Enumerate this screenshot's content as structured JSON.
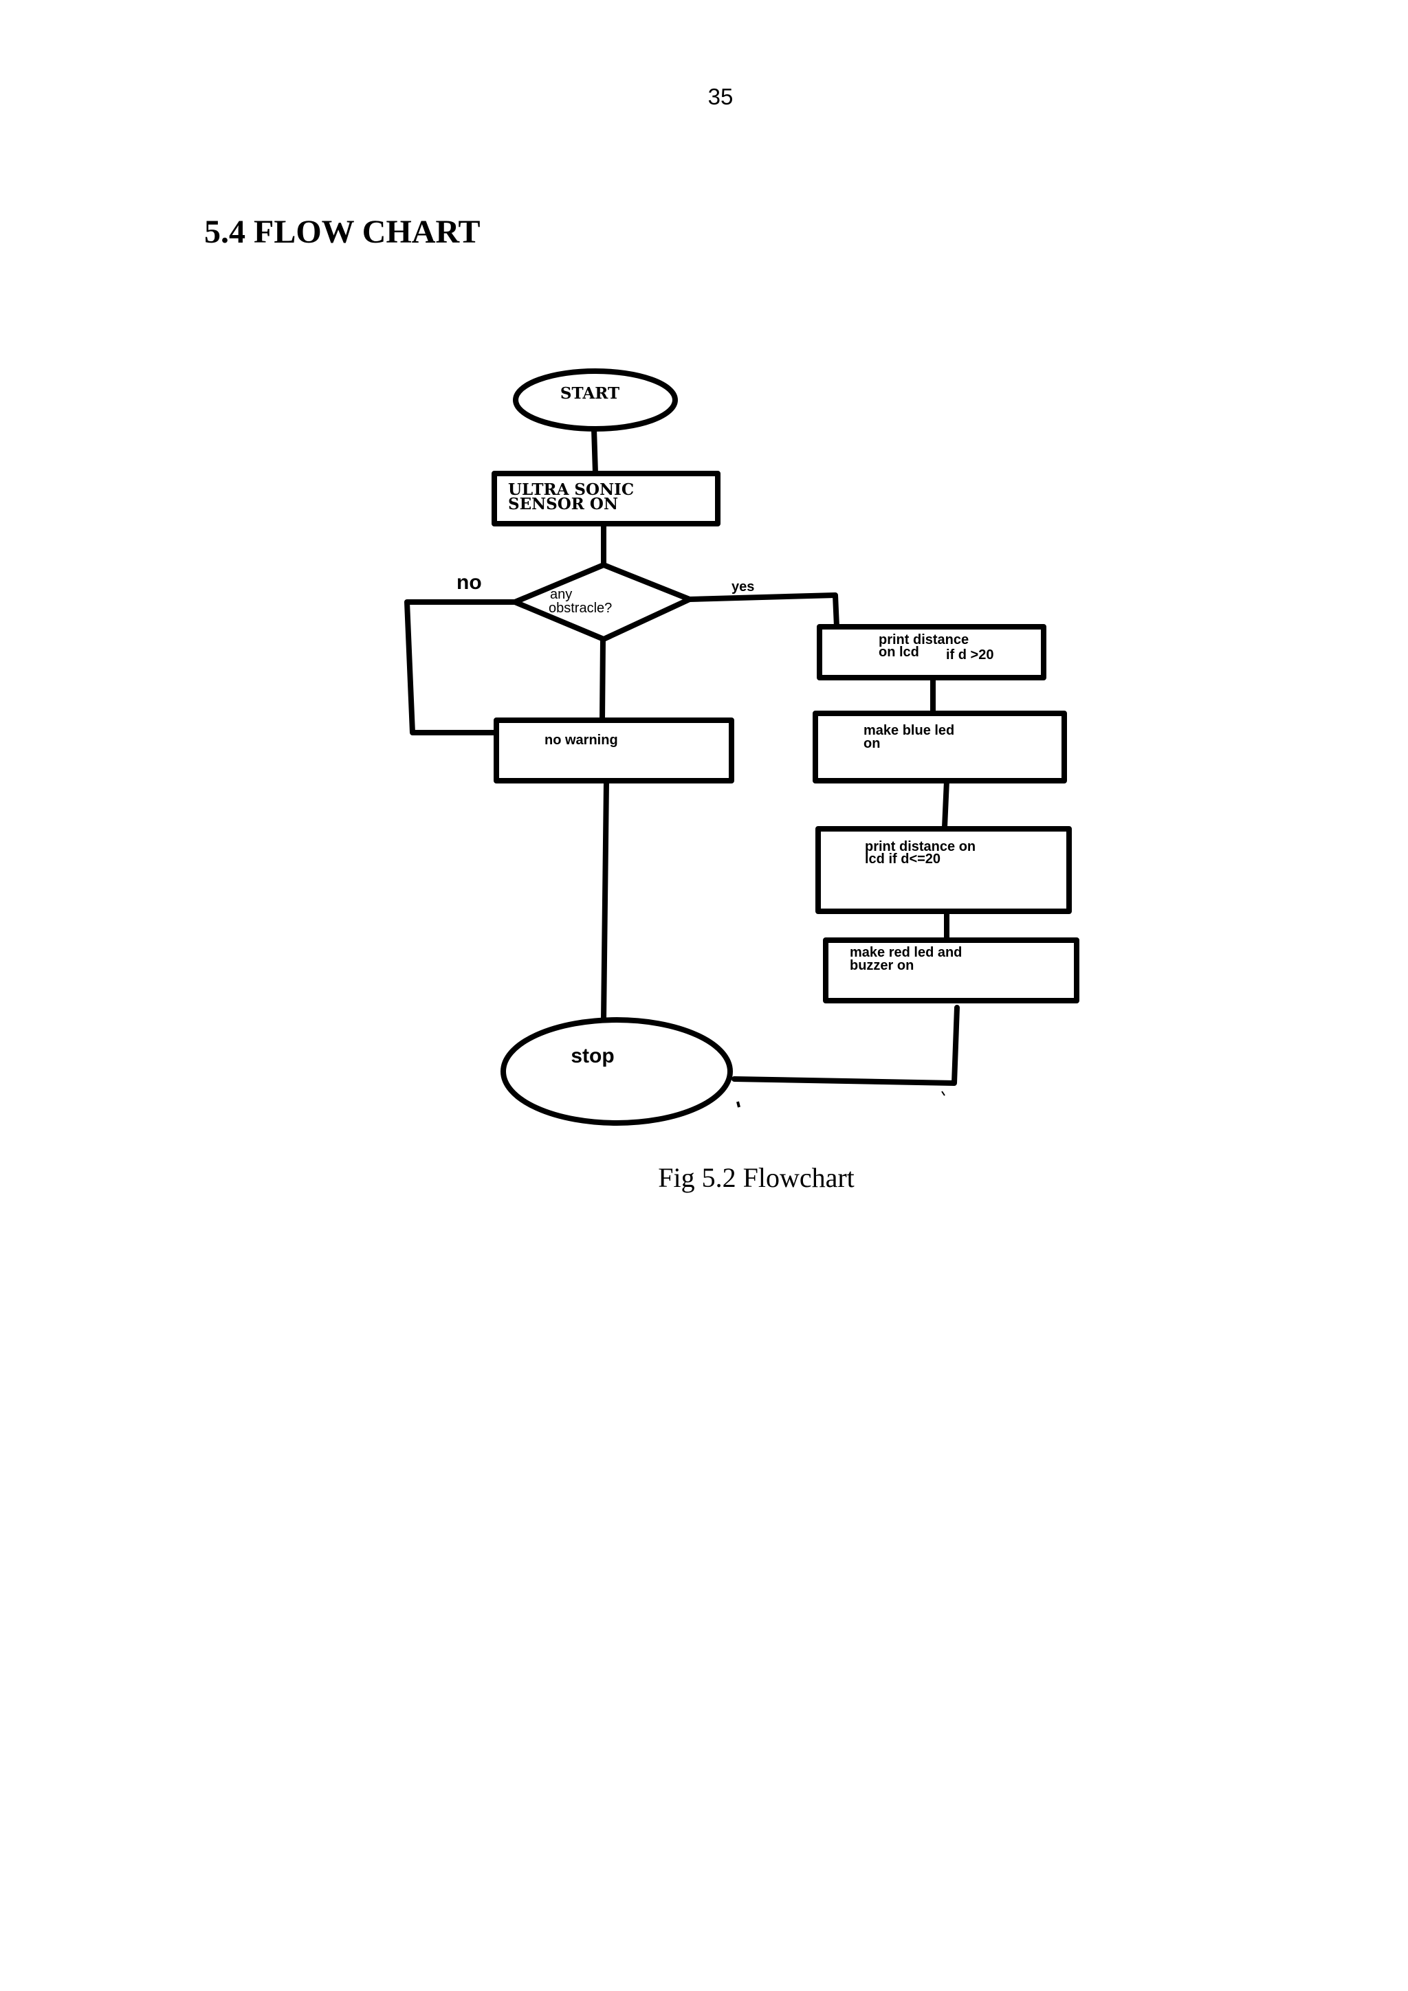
{
  "page": {
    "number": "35",
    "heading": "5.4 FLOW CHART",
    "caption": "Fig 5.2 Flowchart"
  },
  "flowchart": {
    "start": "START",
    "sensor_line1": "ULTRA SONIC",
    "sensor_line2": "SENSOR ON",
    "decision_line1": "any",
    "decision_line2": "obstracle?",
    "no_label": "no",
    "yes_label": "yes",
    "no_warning": "no warning",
    "print_far_line1": "print distance",
    "print_far_line2": "on lcd",
    "print_far_cond": "if d >20",
    "blue_led_line1": "make blue led",
    "blue_led_line2": "on",
    "print_near_line1": "print distance on",
    "print_near_line2": "lcd if d<=20",
    "red_led_line1": "make red led and",
    "red_led_line2": "buzzer on",
    "stop": "stop"
  }
}
